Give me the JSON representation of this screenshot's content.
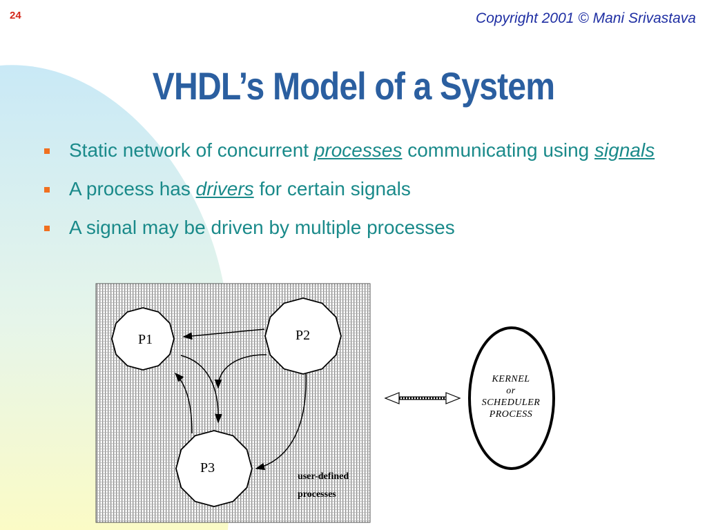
{
  "slide": {
    "number": "24",
    "copyright": "Copyright 2001 © Mani Srivastava",
    "title": "VHDL’s Model of a System"
  },
  "bullets": [
    {
      "parts": [
        "Static network of concurrent ",
        "processes",
        " communicating using ",
        "signals"
      ]
    },
    {
      "parts": [
        "A process has ",
        "drivers",
        " for certain signals"
      ]
    },
    {
      "parts": [
        "A signal may be driven by multiple processes"
      ]
    }
  ],
  "diagram": {
    "nodes": [
      "P1",
      "P2",
      "P3"
    ],
    "panel_caption_line1": "user-defined",
    "panel_caption_line2": "processes",
    "kernel_line1": "KERNEL",
    "kernel_line2": "or",
    "kernel_line3": "SCHEDULER",
    "kernel_line4": "PROCESS"
  },
  "colors": {
    "title": "#2b5fa0",
    "bullet_text": "#1a8a8a",
    "bullet_marker": "#f07020",
    "slide_number": "#d4281c",
    "copyright": "#1f2fa3",
    "background_blob_top": "#c9e9f6",
    "background_blob_bottom": "#fbfbc6"
  }
}
